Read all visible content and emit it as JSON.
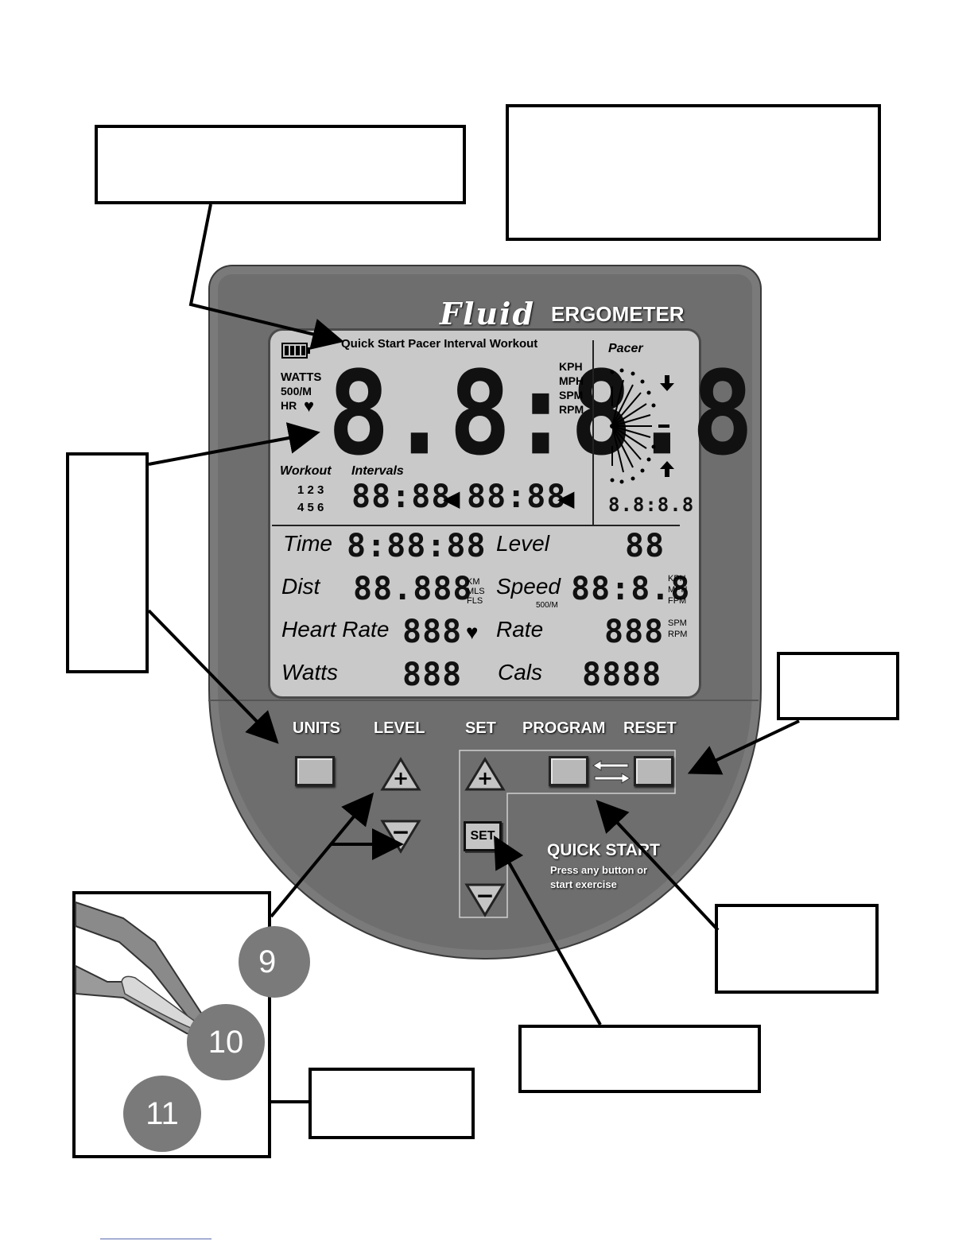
{
  "brand": {
    "script": "Fluid",
    "name": "ERGOMETER"
  },
  "lcd": {
    "modes": "Quick Start  Pacer Interval Workout",
    "left_units": [
      "WATTS",
      "500/M",
      "HR"
    ],
    "main_digits": "8.8:8.8",
    "right_units": [
      "KPH",
      "MPH",
      "SPM",
      "RPM"
    ],
    "pacer_label": "Pacer",
    "pacer_digits": "8.8:8.8",
    "workout_label": "Workout",
    "workout_row1": "1 2 3",
    "workout_row2": "4 5 6",
    "intervals_label": "Intervals",
    "interval_a": "88:88",
    "interval_b": "88:88",
    "fields": {
      "time_label": "Time",
      "time_value": "8:88:88",
      "level_label": "Level",
      "level_value": "88",
      "dist_label": "Dist",
      "dist_value": "88.888",
      "dist_units": [
        "KM",
        "MLS",
        "FLS"
      ],
      "speed_label": "Speed",
      "speed_sub": "500/M",
      "speed_value": "88:8.8",
      "speed_units": [
        "KPH",
        "MPH",
        "FPM"
      ],
      "hr_label": "Heart Rate",
      "hr_value": "888",
      "rate_label": "Rate",
      "rate_value": "888",
      "rate_units": [
        "SPM",
        "RPM"
      ],
      "watts_label": "Watts",
      "watts_value": "888",
      "cals_label": "Cals",
      "cals_value": "8888"
    }
  },
  "buttons": {
    "units": "UNITS",
    "level": "LEVEL",
    "set": "SET",
    "program": "PROGRAM",
    "reset": "RESET",
    "set_key": "SET"
  },
  "quick_start": {
    "title": "QUICK START",
    "line1": "Press any button or",
    "line2": "start exercise"
  },
  "inset": {
    "numbers": [
      "9",
      "10",
      "11"
    ]
  }
}
